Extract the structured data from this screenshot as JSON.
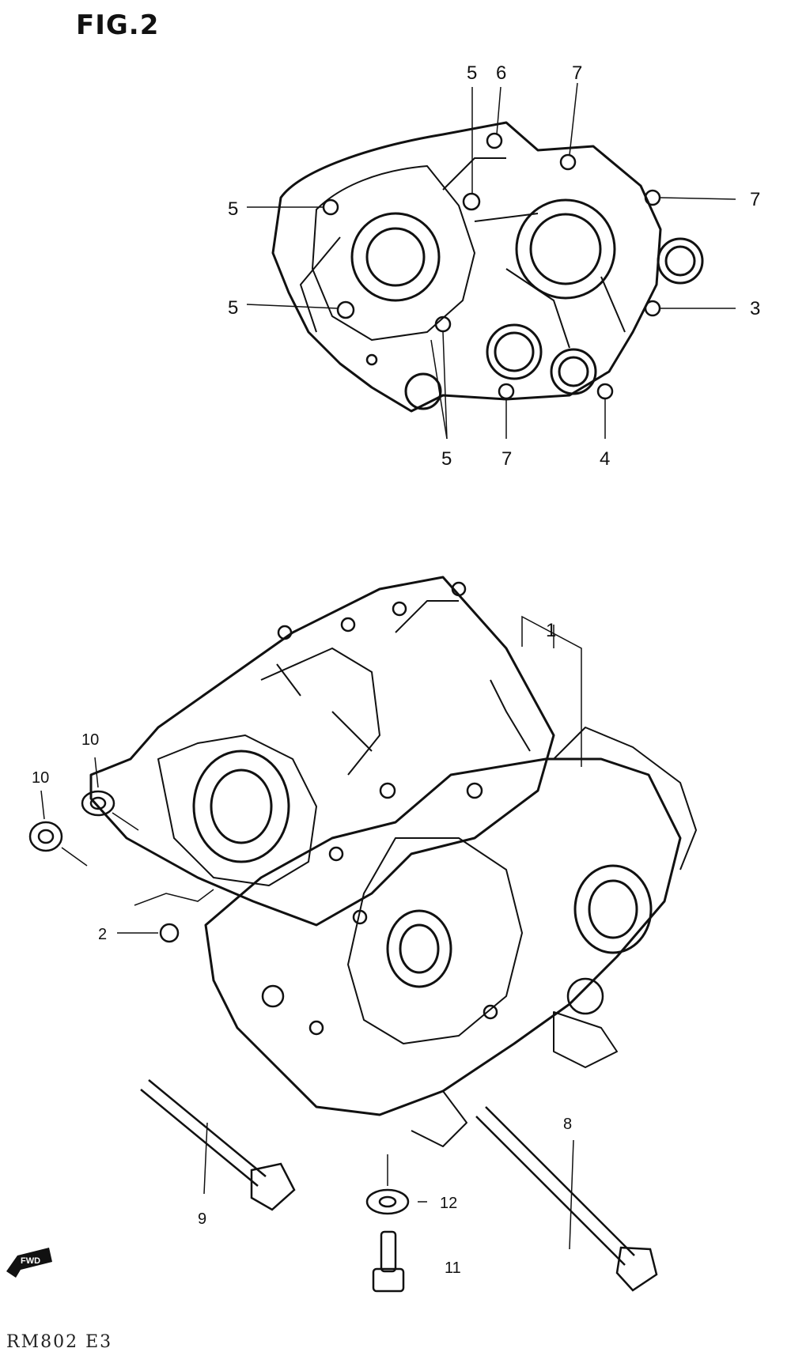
{
  "figure": {
    "title": "FIG.2",
    "code": "RM802 E3"
  },
  "fwd_badge": "FWD",
  "top_view": {
    "labels": [
      "5",
      "6",
      "7",
      "7",
      "5",
      "5",
      "3",
      "5",
      "7",
      "4"
    ]
  },
  "exploded_view": {
    "labels": [
      "1",
      "10",
      "10",
      "2",
      "8",
      "9",
      "12",
      "11"
    ]
  }
}
